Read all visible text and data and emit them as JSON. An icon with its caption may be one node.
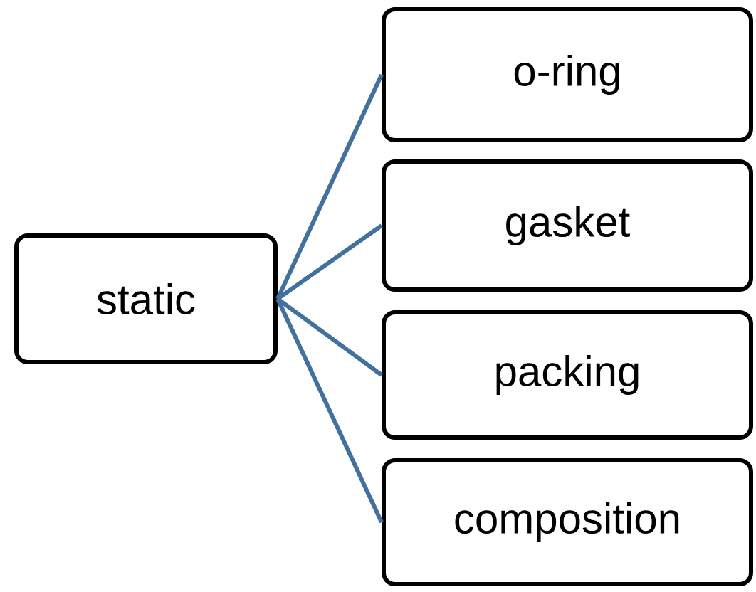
{
  "diagram": {
    "nodes": [
      {
        "text": [
          "static"
        ]
      },
      {
        "text": [
          "o-ring"
        ]
      },
      {
        "text": [
          "gasket"
        ]
      },
      {
        "text": [
          "packing"
        ]
      },
      {
        "text": [
          "composition"
        ]
      }
    ],
    "edges": [
      {
        "from": 0,
        "to": 1,
        "arrow": "none"
      },
      {
        "from": 0,
        "to": 2,
        "arrow": "none"
      },
      {
        "from": 0,
        "to": 3,
        "arrow": "none"
      },
      {
        "from": 0,
        "to": 4,
        "arrow": "none"
      }
    ]
  }
}
